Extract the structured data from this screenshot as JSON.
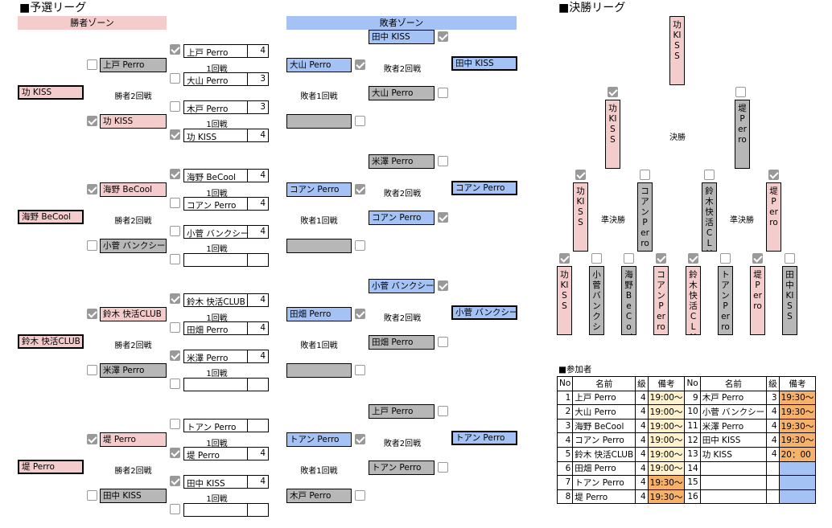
{
  "sections": {
    "qualifier": "■予選リーグ",
    "final": "■決勝リーグ",
    "participants": "■参加者"
  },
  "zones": {
    "winners": "勝者ゾーン",
    "losers": "敗者ゾーン"
  },
  "labels": {
    "r1": "1回戦",
    "w2": "勝者2回戦",
    "l1": "敗者1回戦",
    "l2": "敗者2回戦",
    "final": "決勝",
    "semi": "準決勝"
  },
  "blocks": [
    {
      "r1a": {
        "p1": "上戸 Perro",
        "s1": "4",
        "p2": "大山 Perro",
        "s2": "3"
      },
      "r1b": {
        "p1": "木戸 Perro",
        "s1": "3",
        "p2": "功 KISS",
        "s2": "4"
      },
      "w2a": "上戸 Perro",
      "w2b": "功 KISS",
      "winner": "功 KISS",
      "ltop": "田中 KISS",
      "l2a": "大山 Perro",
      "l1a": "大山 Perro",
      "l1b": "",
      "lwin": "田中 KISS"
    },
    {
      "r1a": {
        "p1": "海野 BeCool",
        "s1": "4",
        "p2": "コアン Perro",
        "s2": "4"
      },
      "r1b": {
        "p1": "小菅 バンクシー",
        "s1": "4",
        "p2": "",
        "s2": ""
      },
      "w2a": "海野 BeCool",
      "w2b": "小菅 バンクシー",
      "winner": "海野 BeCool",
      "ltop": "米澤 Perro",
      "l2a": "コアン Perro",
      "l1a": "コアン Perro",
      "l1b": "",
      "lwin": "コアン Perro"
    },
    {
      "r1a": {
        "p1": "鈴木 快活CLUB",
        "s1": "4",
        "p2": "田畑 Perro",
        "s2": "4"
      },
      "r1b": {
        "p1": "米澤 Perro",
        "s1": "4",
        "p2": "",
        "s2": ""
      },
      "w2a": "鈴木 快活CLUB",
      "w2b": "米澤 Perro",
      "winner": "鈴木 快活CLUB",
      "ltop": "小菅 バンクシー",
      "l2a": "田畑 Perro",
      "l1a": "田畑 Perro",
      "l1b": "",
      "lwin": "小菅 バンクシー"
    },
    {
      "r1a": {
        "p1": "トアン Perro",
        "s1": "",
        "p2": "堤 Perro",
        "s2": "4"
      },
      "r1b": {
        "p1": "田中 KISS",
        "s1": "4",
        "p2": "",
        "s2": ""
      },
      "w2a": "堤 Perro",
      "w2b": "田中 KISS",
      "winner": "堤 Perro",
      "ltop": "上戸 Perro",
      "l2a": "トアン Perro",
      "l1a": "トアン Perro",
      "l1b": "木戸 Perro",
      "lwin": "トアン Perro"
    }
  ],
  "final": {
    "champion": "功KISS",
    "f1": "功KISS",
    "f2": "堤Perro",
    "s1": "功KISS",
    "s2": "コアンPerro",
    "s3": "鈴木快活CLUB",
    "s4": "堤Perro",
    "q": [
      "功KISS",
      "小菅バンクシー",
      "海野BeCool",
      "コアンPerro",
      "鈴木快活CLUB",
      "トアンPerro",
      "堤Perro",
      "田中KISS"
    ]
  },
  "participants": {
    "headers": [
      "No",
      "名前",
      "級",
      "備考",
      "No",
      "名前",
      "級",
      "備考"
    ],
    "left": [
      [
        "1",
        "上戸 Perro",
        "4",
        "19:00～"
      ],
      [
        "2",
        "大山 Perro",
        "4",
        "19:00～"
      ],
      [
        "3",
        "海野 BeCool",
        "4",
        "19:00～"
      ],
      [
        "4",
        "コアン Perro",
        "4",
        "19:00～"
      ],
      [
        "5",
        "鈴木 快活CLUB",
        "4",
        "19:00～"
      ],
      [
        "6",
        "田畑 Perro",
        "4",
        "19:00～"
      ],
      [
        "7",
        "トアン Perro",
        "4",
        "19:30～"
      ],
      [
        "8",
        "堤 Perro",
        "4",
        "19:30～"
      ]
    ],
    "right": [
      [
        "9",
        "木戸 Perro",
        "3",
        "19:30～"
      ],
      [
        "10",
        "小菅 バンクシー",
        "4",
        "19:30～"
      ],
      [
        "11",
        "米澤 Perro",
        "4",
        "19:30～"
      ],
      [
        "12",
        "田中 KISS",
        "4",
        "19:30～"
      ],
      [
        "13",
        "功 KISS",
        "4",
        "20：00"
      ],
      [
        "14",
        "",
        "",
        ""
      ],
      [
        "15",
        "",
        "",
        ""
      ],
      [
        "16",
        "",
        "",
        ""
      ]
    ]
  }
}
